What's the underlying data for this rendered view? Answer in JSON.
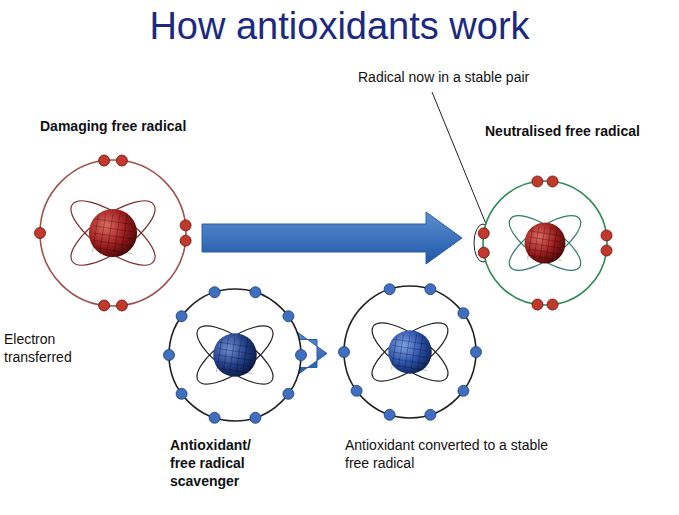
{
  "diagram": {
    "title": "How antioxidants work",
    "nodes": [
      {
        "text": [
          "Damaging free radical"
        ]
      },
      {
        "text": [
          "Neutralised free radical"
        ]
      },
      {
        "text": [
          "Antioxidant/ free radical scavenger"
        ]
      },
      {
        "text": [
          "Antioxidant converted to a stable free radical"
        ]
      }
    ],
    "edges": [
      {
        "from": 0,
        "to": 1,
        "arrow": "to"
      },
      {
        "from": 2,
        "to": 3,
        "arrow": "to"
      }
    ],
    "labels": [
      "Radical now in a stable pair",
      "Electron transferred"
    ]
  }
}
